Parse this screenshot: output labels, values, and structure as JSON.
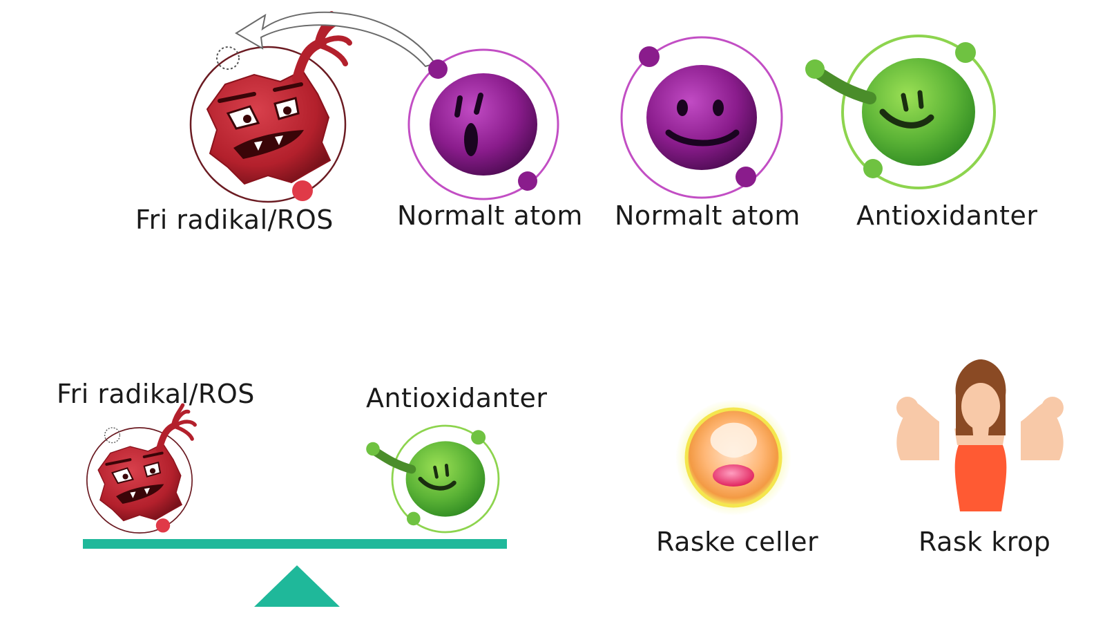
{
  "top_row": {
    "free_radical_label": "Fri radikal/ROS",
    "normal_atom_1_label": "Normalt atom",
    "normal_atom_2_label": "Normalt atom",
    "antioxidant_label": "Antioxidanter"
  },
  "balance": {
    "free_radical_label": "Fri radikal/ROS",
    "antioxidant_label": "Antioxidanter"
  },
  "outcomes": {
    "healthy_cells_label": "Raske celler",
    "healthy_body_label": "Rask krop"
  },
  "colors": {
    "radical_red": "#b3202c",
    "atom_purple": "#8a1c8c",
    "antioxidant_green": "#5bb336",
    "seesaw_teal": "#1fb89a"
  }
}
